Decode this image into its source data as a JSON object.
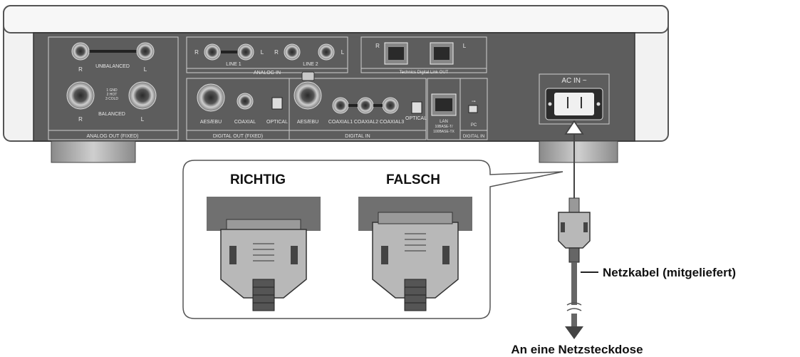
{
  "rear_panel": {
    "unbalanced": "UNBALANCED",
    "balanced": "BALANCED",
    "pin_legend": [
      "1 GND",
      "2 HOT",
      "3 COLD"
    ],
    "analog_out": "ANALOG OUT (FIXED)",
    "line1": "LINE 1",
    "line2": "LINE 2",
    "analog_in": "ANALOG IN",
    "link_out": "Technics Digital Link OUT",
    "aes_ebu": "AES/EBU",
    "coaxial": "COAXIAL",
    "optical": "OPTICAL",
    "digital_out": "DIGITAL OUT (FIXED)",
    "in_aes_ebu": "AES/EBU",
    "coaxial1": "COAXIAL1",
    "coaxial2": "COAXIAL2",
    "coaxial3": "COAXIAL3",
    "in_optical": "OPTICAL",
    "digital_in": "DIGITAL IN",
    "lan": "LAN",
    "lan_spec1": "10BASE-T/",
    "lan_spec2": "100BASE-TX",
    "pc": "PC",
    "digital_in2": "DIGITAL IN",
    "ac_in": "AC IN ~",
    "ch_r": "R",
    "ch_l": "L"
  },
  "callout": {
    "correct": "RICHTIG",
    "wrong": "FALSCH"
  },
  "labels": {
    "cable": "Netzkabel (mitgeliefert)",
    "outlet": "An eine Netzsteckdose"
  }
}
